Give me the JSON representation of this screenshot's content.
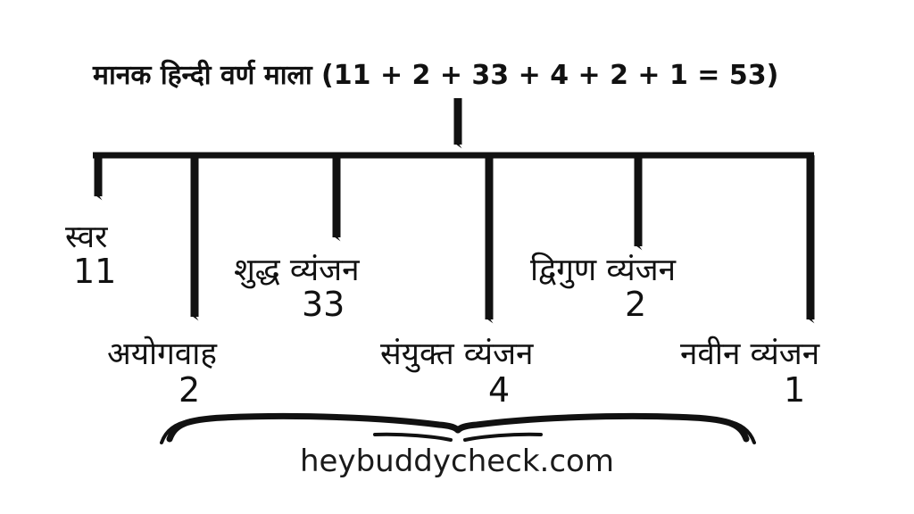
{
  "diagram": {
    "title": "मानक हिन्दी वर्ण माला (11 + 2 + 33 + 4 + 2 + 1 = 53)",
    "total": "53",
    "colors": {
      "ink": "#111111",
      "background": "#ffffff"
    },
    "nodes": [
      {
        "label": "स्वर",
        "count": "11"
      },
      {
        "label": "अयोगवाह",
        "count": "2"
      },
      {
        "label": "शुद्ध व्यंजन",
        "count": "33"
      },
      {
        "label": "संयुक्त व्यंजन",
        "count": "4"
      },
      {
        "label": "द्विगुण व्यंजन",
        "count": "2"
      },
      {
        "label": "नवीन व्यंजन",
        "count": "1"
      }
    ]
  },
  "watermark": {
    "text": "heybuddycheck.com"
  }
}
